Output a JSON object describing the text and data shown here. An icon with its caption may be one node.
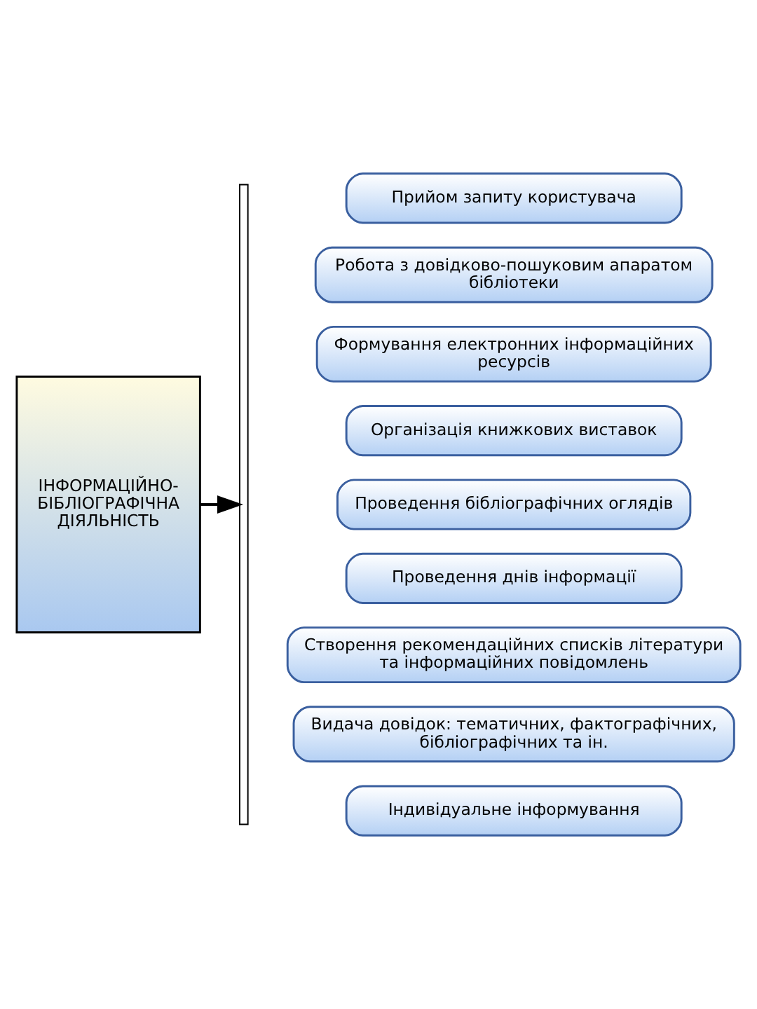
{
  "diagram": {
    "nodes": [
      {
        "text": [
          "Прийом запиту користувача"
        ]
      },
      {
        "text": [
          "Робота з довідково-пошуковим апаратом бібліотеки"
        ]
      },
      {
        "text": [
          "Формування електронних інформаційних ресурсів"
        ]
      },
      {
        "text": [
          "Організація книжкових виставок"
        ]
      },
      {
        "text": [
          "ІНФОРМАЦІЙНО-БІБЛІОГРАФІЧНА ДІЯЛЬНІСТЬ"
        ]
      },
      {
        "text": [],
        "shape": "bar"
      },
      {
        "text": [
          "Проведення бібліографічних оглядів"
        ]
      },
      {
        "text": [
          "Проведення днів інформації"
        ]
      },
      {
        "text": [
          "Створення рекомендаційних списків літератури та інформаційних повідомлень"
        ]
      },
      {
        "text": [
          "Видача довідок: тематичних, фактографічних, бібліографічних та ін."
        ]
      },
      {
        "text": [
          "Індивідуальне інформування"
        ]
      }
    ],
    "edges": [
      {
        "from": 4,
        "to": 5,
        "arrow": "to"
      }
    ]
  }
}
